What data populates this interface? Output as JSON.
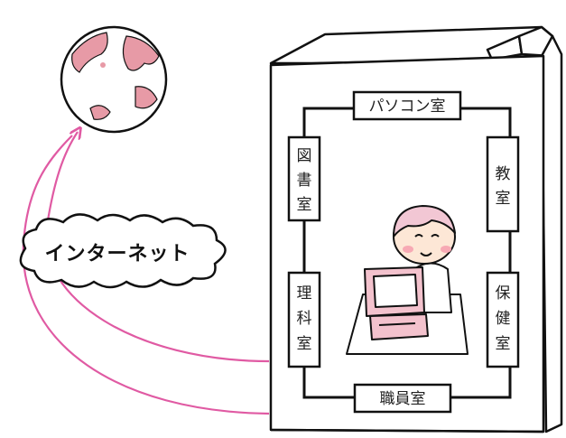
{
  "internet_label": "インターネット",
  "rooms": {
    "pc_room": "パソコン室",
    "library": [
      "図",
      "書",
      "室"
    ],
    "classroom": [
      "教",
      "室"
    ],
    "science": [
      "理",
      "科",
      "室"
    ],
    "nurse": [
      "保",
      "健",
      "室"
    ],
    "staff": "職員室"
  },
  "colors": {
    "arrow": "#e05aa3",
    "globe_land": "#e79aa6",
    "globe_ocean": "#ffffff",
    "face": "#fde7d6",
    "cheek": "#f7a9b4",
    "hair": "#f2c7d4",
    "computer": "#f3c2cd",
    "outline": "#111111"
  },
  "icons": [
    "globe-icon",
    "child-at-computer-icon",
    "cloud-icon",
    "school-building-icon"
  ]
}
